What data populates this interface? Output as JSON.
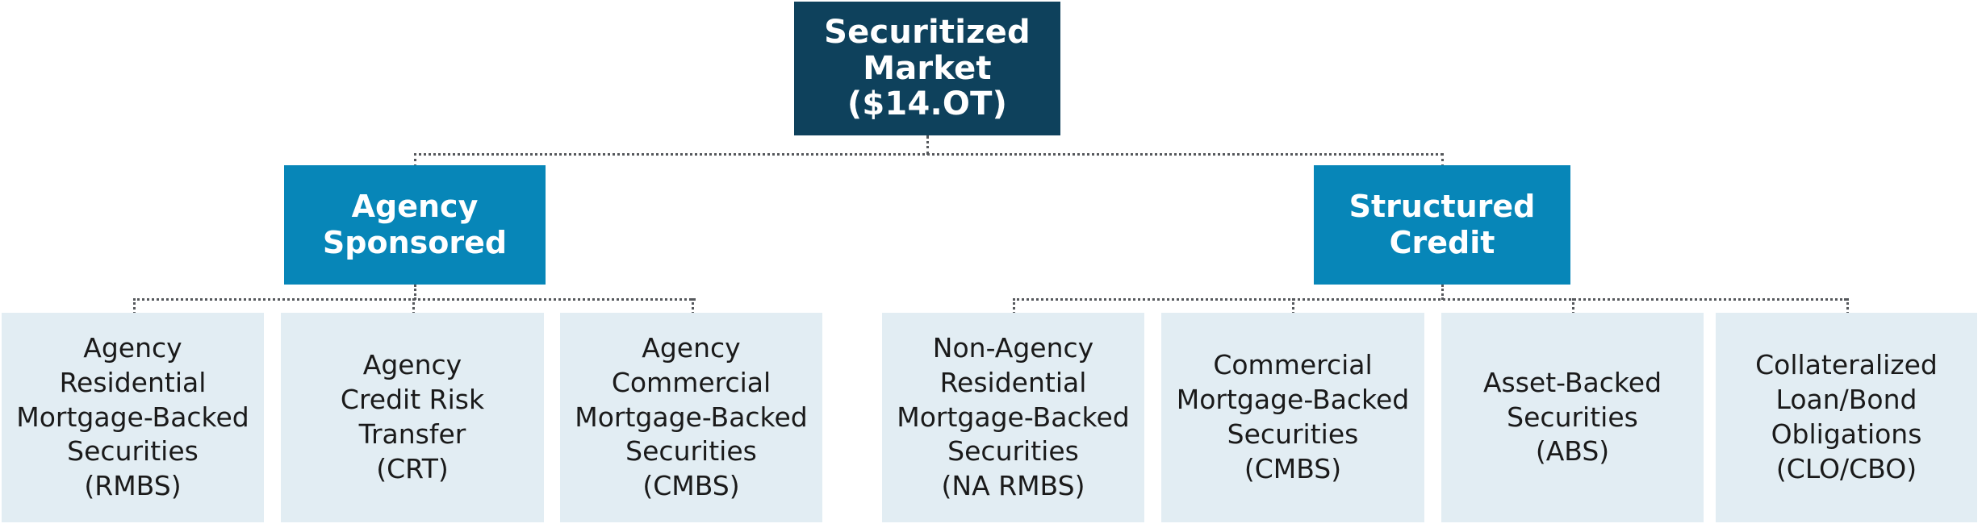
{
  "diagram": {
    "title": "Securitized Market hierarchy",
    "colors": {
      "root_bg": "#0E415C",
      "level1_bg": "#0786B8",
      "leaf_bg": "#E2EDF3",
      "leaf_text": "#1A1A1A",
      "node_text": "#FFFFFF",
      "connector": "#55585C",
      "canvas_bg": "#FFFFFF"
    },
    "root": {
      "lines": [
        "Securitized",
        "Market",
        "($14.OT)"
      ],
      "line0": "Securitized",
      "line1": "Market",
      "line2": "($14.OT)"
    },
    "branches": [
      {
        "lines": [
          "Agency",
          "Sponsored"
        ],
        "line0": "Agency",
        "line1": "Sponsored",
        "leaves": [
          {
            "lines": [
              "Agency",
              "Residential",
              "Mortgage-Backed",
              "Securities",
              "(RMBS)"
            ],
            "line0": "Agency",
            "line1": "Residential",
            "line2": "Mortgage-Backed",
            "line3": "Securities",
            "line4": "(RMBS)",
            "abbreviation": "RMBS"
          },
          {
            "lines": [
              "Agency",
              "Credit Risk",
              "Transfer",
              "(CRT)"
            ],
            "line0": "Agency",
            "line1": "Credit Risk",
            "line2": "Transfer",
            "line3": "(CRT)",
            "line4": "",
            "abbreviation": "CRT"
          },
          {
            "lines": [
              "Agency",
              "Commercial",
              "Mortgage-Backed",
              "Securities",
              "(CMBS)"
            ],
            "line0": "Agency",
            "line1": "Commercial",
            "line2": "Mortgage-Backed",
            "line3": "Securities",
            "line4": "(CMBS)",
            "abbreviation": "CMBS"
          }
        ]
      },
      {
        "lines": [
          "Structured",
          "Credit"
        ],
        "line0": "Structured",
        "line1": "Credit",
        "leaves": [
          {
            "lines": [
              "Non-Agency",
              "Residential",
              "Mortgage-Backed",
              "Securities",
              "(NA RMBS)"
            ],
            "line0": "Non-Agency",
            "line1": "Residential",
            "line2": "Mortgage-Backed",
            "line3": "Securities",
            "line4": "(NA RMBS)",
            "abbreviation": "NA RMBS"
          },
          {
            "lines": [
              "Commercial",
              "Mortgage-Backed",
              "Securities",
              "(CMBS)"
            ],
            "line0": "Commercial",
            "line1": "Mortgage-Backed",
            "line2": "Securities",
            "line3": "(CMBS)",
            "line4": "",
            "abbreviation": "CMBS"
          },
          {
            "lines": [
              "Asset-Backed",
              "Securities",
              "(ABS)"
            ],
            "line0": "Asset-Backed",
            "line1": "Securities",
            "line2": "(ABS)",
            "line3": "",
            "line4": "",
            "abbreviation": "ABS"
          },
          {
            "lines": [
              "Collateralized",
              "Loan/Bond",
              "Obligations",
              "(CLO/CBO)"
            ],
            "line0": "Collateralized",
            "line1": "Loan/Bond",
            "line2": "Obligations",
            "line3": "(CLO/CBO)",
            "line4": "",
            "abbreviation": "CLO/CBO"
          }
        ]
      }
    ]
  }
}
